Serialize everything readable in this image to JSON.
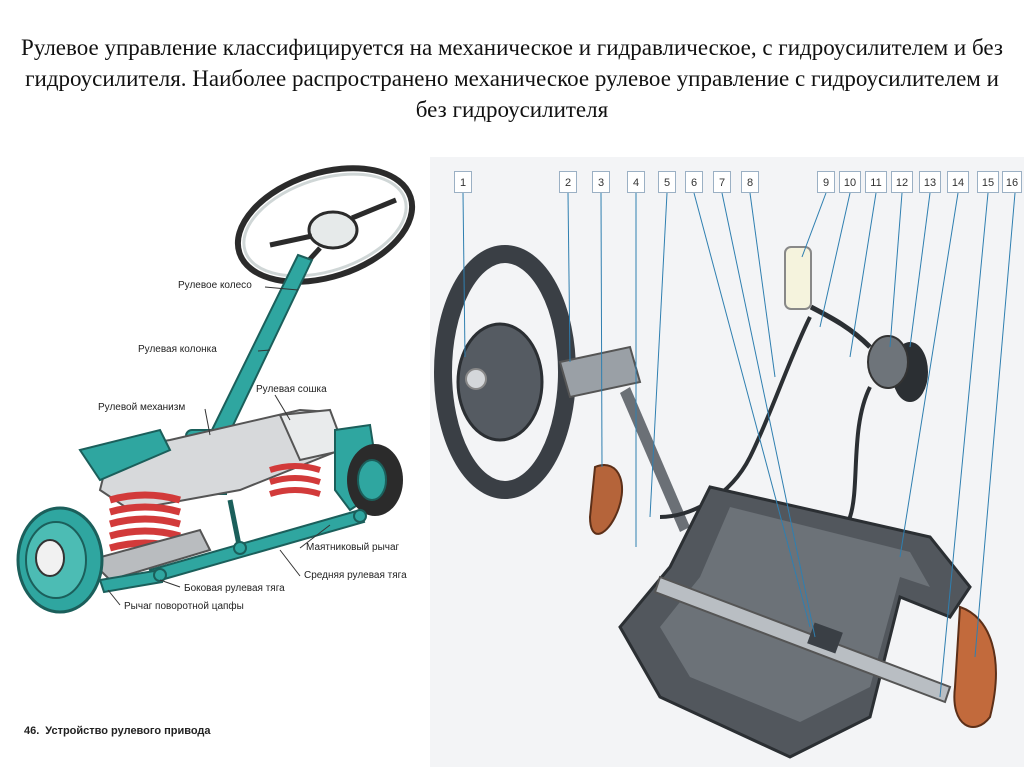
{
  "title": "Рулевое управление классифицируется на механическое и гидравлическое, с гидроусилителем и без гидроусилителя. Наиболее распространено механическое рулевое управление с гидроусилителем и без гидроусилителя",
  "left_diagram": {
    "labels": {
      "steering_wheel": "Рулевое колесо",
      "steering_column": "Рулевая колонка",
      "steering_gear": "Рулевой механизм",
      "pitman_arm": "Рулевая сошка",
      "idler_arm": "Маятниковый рычаг",
      "center_link": "Средняя рулевая тяга",
      "side_link": "Боковая рулевая тяга",
      "knuckle_arm": "Рычаг поворотной цапфы"
    },
    "caption_number": "46.",
    "caption_text": "Устройство рулевого привода"
  },
  "right_diagram": {
    "callouts": [
      "1",
      "2",
      "3",
      "4",
      "5",
      "6",
      "7",
      "8",
      "9",
      "10",
      "11",
      "12",
      "13",
      "14",
      "15",
      "16"
    ]
  },
  "colors": {
    "teal": "#2fa6a0",
    "spring": "#d23a3a",
    "gray_part": "#8a9097",
    "dark_part": "#3a3f45"
  }
}
